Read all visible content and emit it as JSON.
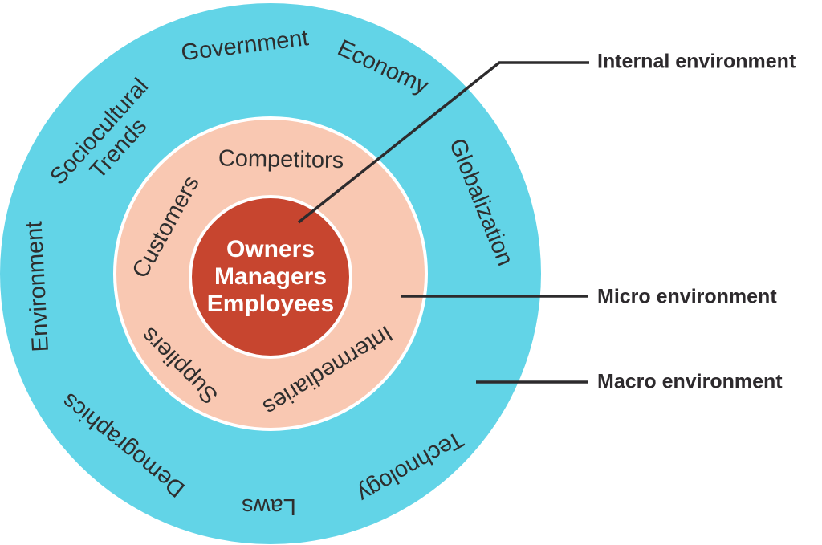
{
  "diagram": {
    "title_hidden": "",
    "center_circle": {
      "lines": {
        "line1": "Owners",
        "line2": "Managers",
        "line3": "Employees"
      }
    },
    "micro_ring": {
      "labels": {
        "competitors": "Competitors",
        "customers": "Customers",
        "suppliers": "Suppliers",
        "intermediaries": "Intermediaries"
      }
    },
    "macro_ring": {
      "labels": {
        "government": "Government",
        "economy": "Economy",
        "globalization": "Globalization",
        "technology": "Technology",
        "laws": "Laws",
        "demographics": "Demographics",
        "environment": "Environment",
        "sociocultural": "Sociocultural Trends"
      }
    },
    "legend": {
      "internal": "Internal environment",
      "micro": "Micro environment",
      "macro": "Macro environment"
    },
    "colors": {
      "macro_ring": "#62d4e7",
      "micro_ring": "#f9c8b2",
      "internal_circle": "#c7452f",
      "label_text": "#2e2e2e",
      "legend_text": "#2d2a2d",
      "pointer_line": "#2d2b2d",
      "center_text": "#ffffff"
    }
  }
}
